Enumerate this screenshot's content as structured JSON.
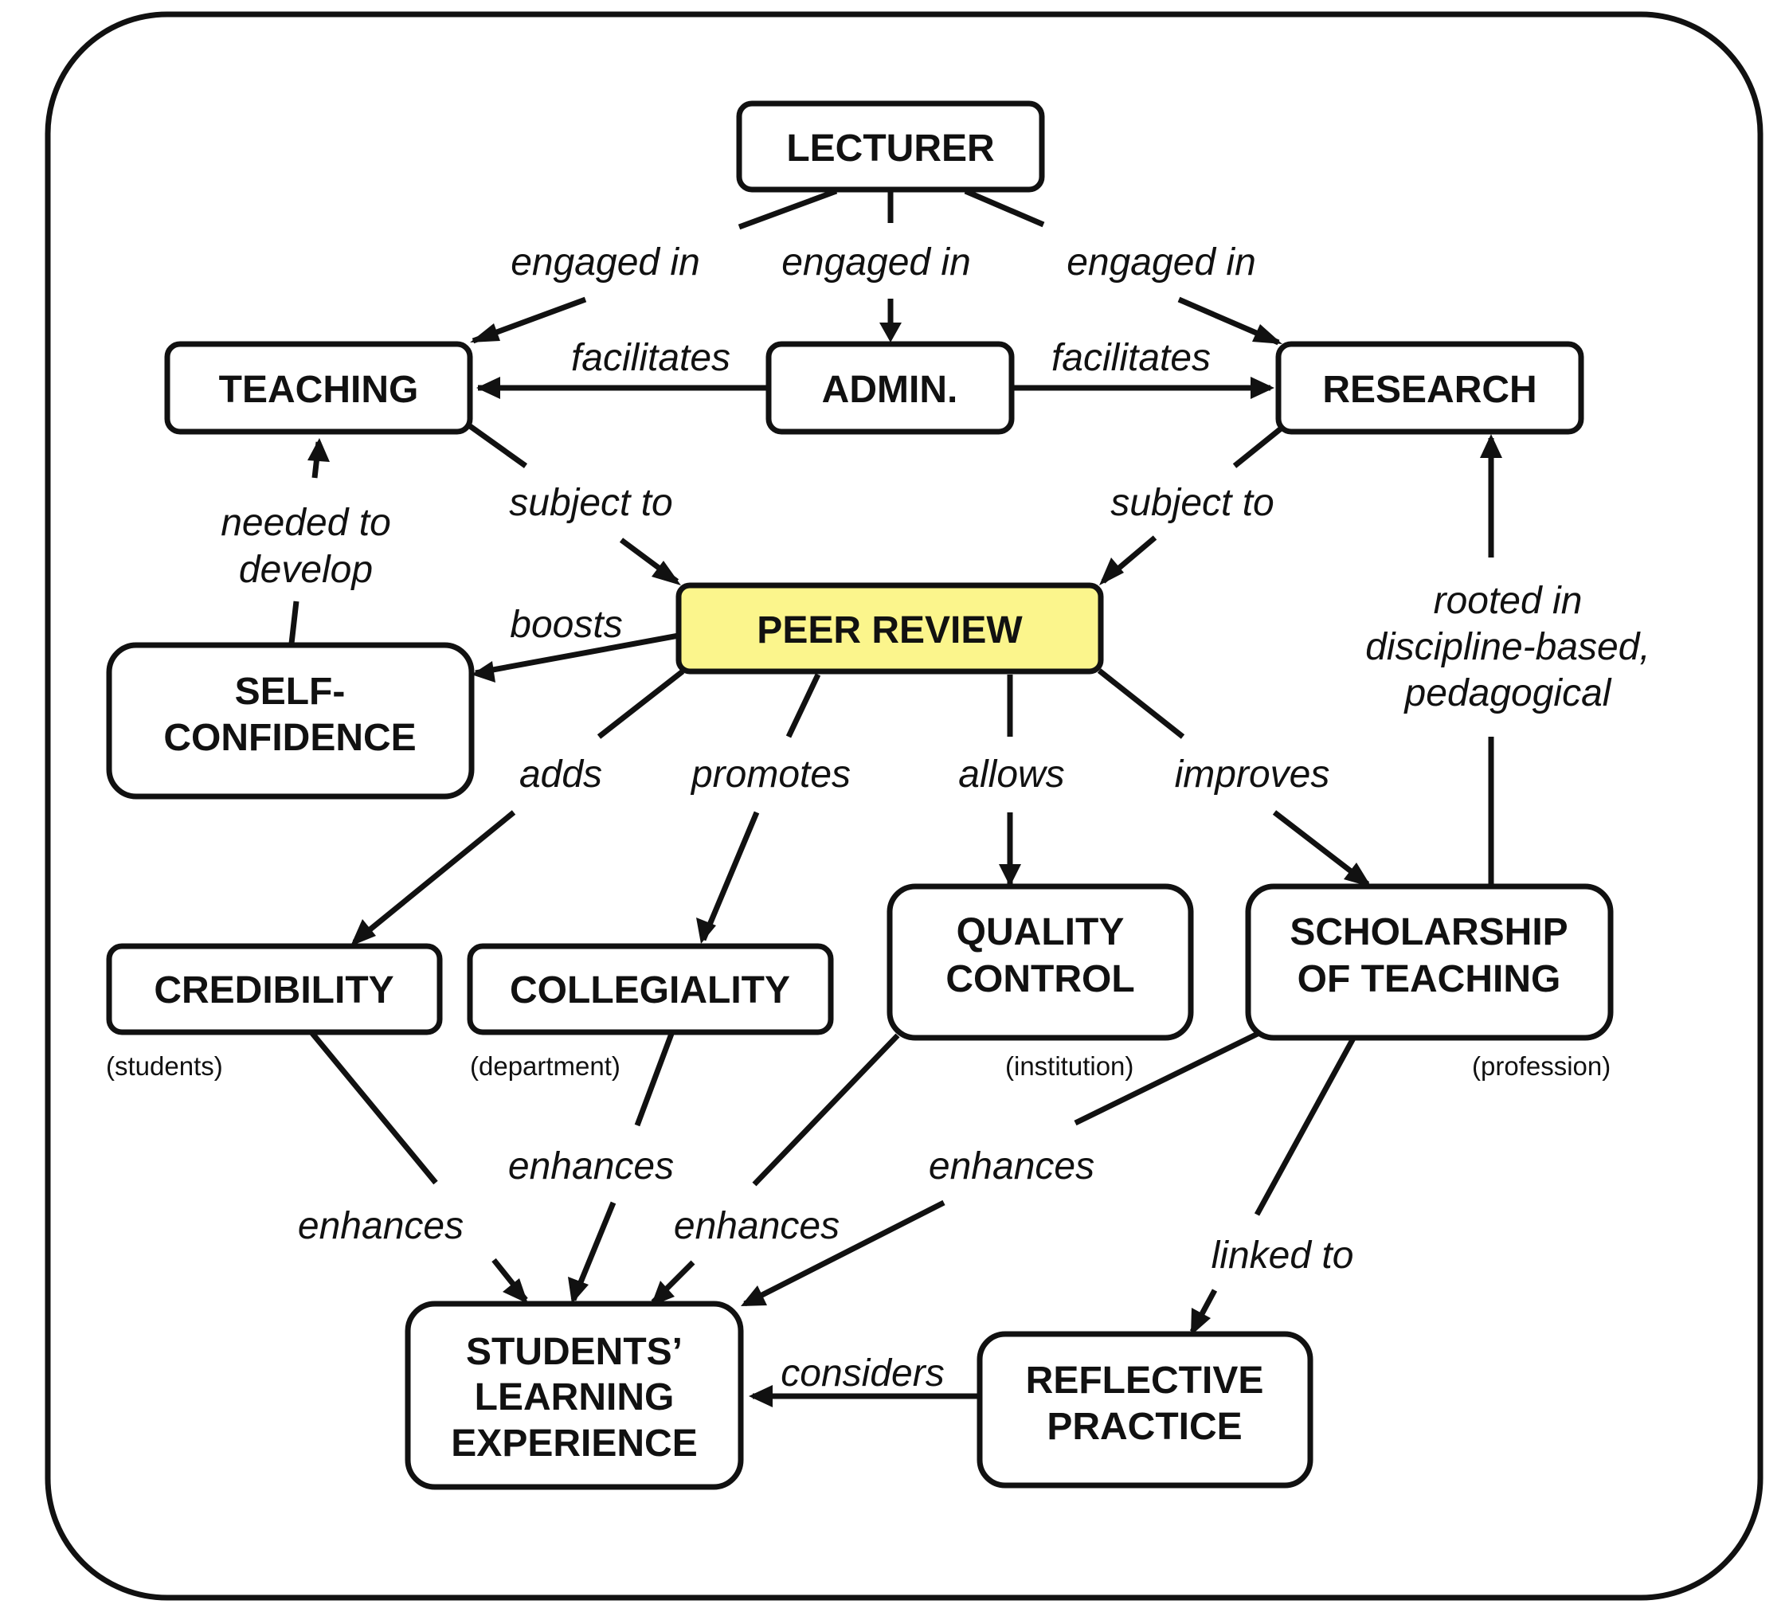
{
  "nodes": {
    "lecturer": [
      "LECTURER"
    ],
    "teaching": [
      "TEACHING"
    ],
    "admin": [
      "ADMIN."
    ],
    "research": [
      "RESEARCH"
    ],
    "peer_review": [
      "PEER REVIEW"
    ],
    "self_confidence": [
      "SELF-",
      "CONFIDENCE"
    ],
    "credibility": [
      "CREDIBILITY"
    ],
    "collegiality": [
      "COLLEGIALITY"
    ],
    "quality_control": [
      "QUALITY",
      "CONTROL"
    ],
    "scholarship": [
      "SCHOLARSHIP",
      "OF TEACHING"
    ],
    "students_learning": [
      "STUDENTS’",
      "LEARNING",
      "EXPERIENCE"
    ],
    "reflective": [
      "REFLECTIVE",
      "PRACTICE"
    ]
  },
  "notes": {
    "credibility": "(students)",
    "collegiality": "(department)",
    "quality_control": "(institution)",
    "scholarship": "(profession)"
  },
  "edges": {
    "lect_teach": [
      "engaged in"
    ],
    "lect_admin": [
      "engaged in"
    ],
    "lect_research": [
      "engaged in"
    ],
    "admin_teach": [
      "facilitates"
    ],
    "admin_research": [
      "facilitates"
    ],
    "teach_peer": [
      "subject to"
    ],
    "research_peer": [
      "subject to"
    ],
    "self_teach": [
      "needed to",
      "develop"
    ],
    "peer_self": [
      "boosts"
    ],
    "peer_cred": [
      "adds"
    ],
    "peer_coll": [
      "promotes"
    ],
    "peer_qc": [
      "allows"
    ],
    "peer_schol": [
      "improves"
    ],
    "schol_research": [
      "rooted in",
      "discipline-based,",
      "pedagogical"
    ],
    "cred_students": [
      "enhances"
    ],
    "coll_students": [
      "enhances"
    ],
    "qc_students": [
      "enhances"
    ],
    "schol_students": [
      "enhances"
    ],
    "schol_reflective": [
      "linked to"
    ],
    "reflective_students": [
      "considers"
    ]
  }
}
